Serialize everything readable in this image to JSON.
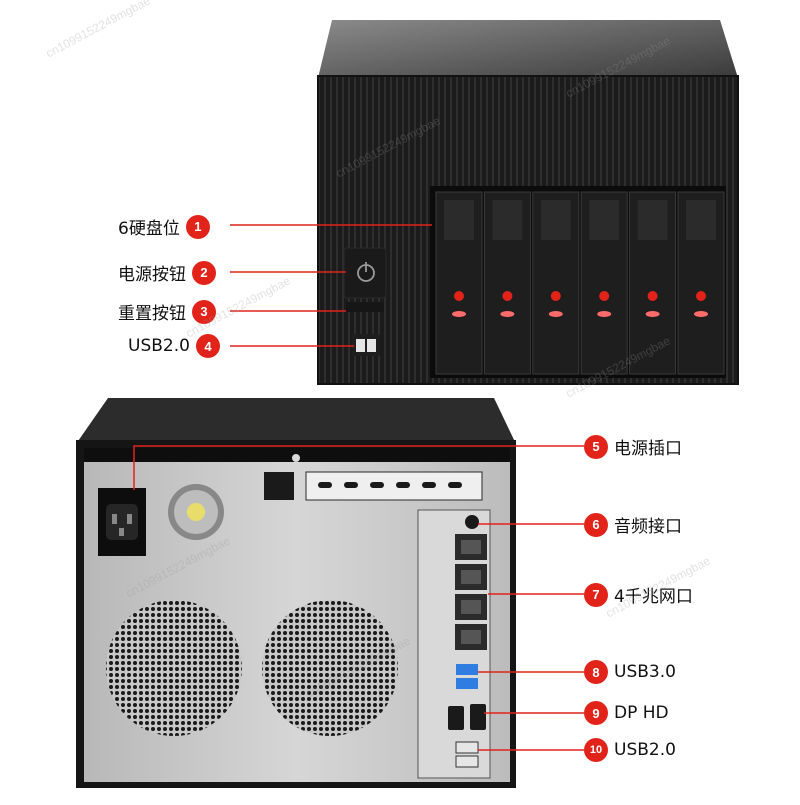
{
  "watermark": "cn1099152249mgbae",
  "accent_color": "#e2231a",
  "front_callouts": [
    {
      "num": "1",
      "label": "6硬盘位"
    },
    {
      "num": "2",
      "label": "电源按钮"
    },
    {
      "num": "3",
      "label": "重置按钮"
    },
    {
      "num": "4",
      "label": "USB2.0"
    }
  ],
  "rear_callouts": [
    {
      "num": "5",
      "label": "电源插口"
    },
    {
      "num": "6",
      "label": "音频接口"
    },
    {
      "num": "7",
      "label": "4千兆网口"
    },
    {
      "num": "8",
      "label": "USB3.0"
    },
    {
      "num": "9",
      "label": "DP HD"
    },
    {
      "num": "10",
      "label": "USB2.0"
    }
  ],
  "drive_bays": 6
}
